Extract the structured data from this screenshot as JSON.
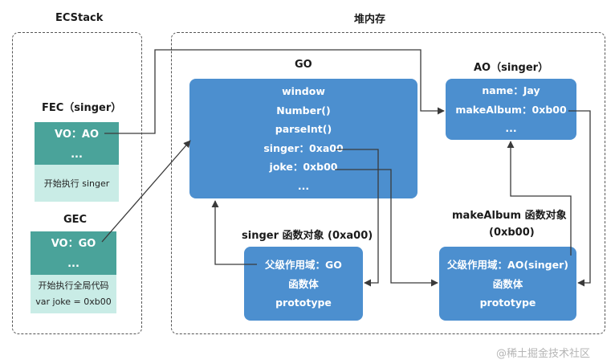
{
  "ecstack": {
    "title": "ECStack",
    "fec": {
      "title": "FEC（singer）",
      "vo": "VO：AO",
      "ellipsis": "...",
      "exec": "开始执行 singer"
    },
    "gec": {
      "title": "GEC",
      "vo": "VO：GO",
      "ellipsis": "...",
      "exec_lines": [
        "开始执行全局代码",
        "var joke = 0xb00"
      ]
    }
  },
  "heap": {
    "title": "堆内存",
    "go": {
      "title": "GO",
      "rows": [
        "window",
        "Number()",
        "parseInt()",
        "singer：0xa00",
        "joke：0xb00",
        "..."
      ]
    },
    "ao": {
      "title": "AO（singer）",
      "rows": [
        "name：Jay",
        "makeAlbum：0xb00",
        "..."
      ]
    },
    "singer_fn": {
      "title": "singer 函数对象 (0xa00)",
      "rows": [
        "父级作用域：GO",
        "函数体",
        "prototype"
      ]
    },
    "makealbum_fn": {
      "title_lines": [
        "makeAlbum 函数对象",
        "(0xb00)"
      ],
      "rows": [
        "父级作用域：AO(singer)",
        "函数体",
        "prototype"
      ]
    }
  },
  "watermark": "@稀土掘金技术社区",
  "colors": {
    "teal": "#4aa39a",
    "teal_light": "#c9ece6",
    "blue": "#4c8fcf",
    "arrow": "#3a3a3a"
  }
}
